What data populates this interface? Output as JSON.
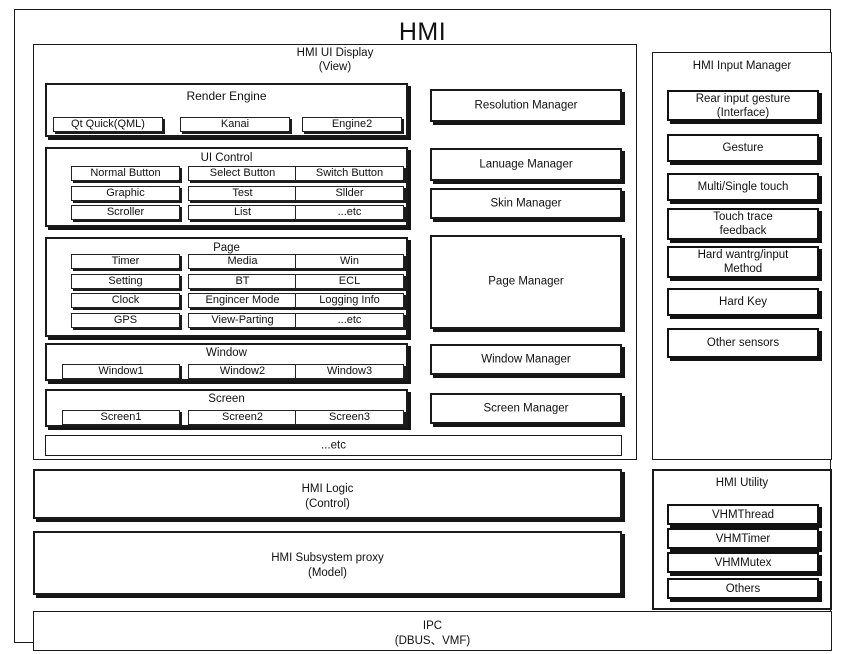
{
  "title": "HMI",
  "ui_display": {
    "caption_line1": "HMI UI Display",
    "caption_line2": "(View)",
    "render_engine": {
      "caption": "Render Engine",
      "items": [
        "Qt Quick(QML)",
        "Kanai",
        "Engine2"
      ]
    },
    "ui_control": {
      "caption": "UI Control",
      "rows": [
        [
          "Normal Button",
          "Select Button",
          "Switch Button"
        ],
        [
          "Graphic",
          "Test",
          "Sllder"
        ],
        [
          "Scroller",
          "List",
          "...etc"
        ]
      ]
    },
    "page": {
      "caption": "Page",
      "rows": [
        [
          "Timer",
          "Media",
          "Win"
        ],
        [
          "Setting",
          "BT",
          "ECL"
        ],
        [
          "Clock",
          "Engincer Mode",
          "Logging Info"
        ],
        [
          "GPS",
          "View-Parting",
          "...etc"
        ]
      ]
    },
    "window": {
      "caption": "Window",
      "items": [
        "Window1",
        "Window2",
        "Window3"
      ]
    },
    "screen": {
      "caption": "Screen",
      "items": [
        "Screen1",
        "Screen2",
        "Screen3"
      ]
    },
    "etc_row": "...etc"
  },
  "managers": [
    {
      "label": "Resolution Manager"
    },
    {
      "label": "Lanuage Manager"
    },
    {
      "label": "Skin Manager"
    },
    {
      "label": "Page Manager"
    },
    {
      "label": "Window Manager"
    },
    {
      "label": "Screen Manager"
    }
  ],
  "input_manager": {
    "caption": "HMI Input Manager",
    "items": [
      "Rear input gesture\n(Interface)",
      "Gesture",
      "Multi/Single touch",
      "Touch trace\nfeedback",
      "Hard wantrg/input\nMethod",
      "Hard Key",
      "Other sensors"
    ]
  },
  "logic": {
    "line1": "HMI Logic",
    "line2": "(Control)"
  },
  "subsystem_proxy": {
    "line1": "HMI Subsystem proxy",
    "line2": "(Model)"
  },
  "ipc": {
    "line1": "IPC",
    "line2": "(DBUS、VMF)"
  },
  "utility": {
    "caption": "HMI Utility",
    "items": [
      "VHMThread",
      "VHMTimer",
      "VHMMutex",
      "Others"
    ]
  },
  "colors": {
    "stroke": "#1a1a1a",
    "shadow": "#151515",
    "background": "#ffffff"
  }
}
